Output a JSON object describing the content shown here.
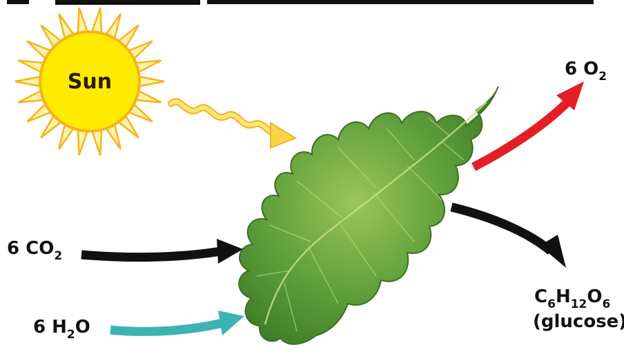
{
  "header_text": "(partial, cut-off heading at top edge)",
  "sun": {
    "label": "Sun"
  },
  "inputs": {
    "co2": {
      "coef": "6 CO",
      "sub": "2"
    },
    "h2o": {
      "coef": "6 H",
      "sub": "2",
      "tail": "O"
    }
  },
  "outputs": {
    "o2": {
      "coef": "6 O",
      "sub": "2"
    },
    "glucose": {
      "formula": {
        "c": "C",
        "c_sub": "6",
        "h": "H",
        "h_sub": "12",
        "o": "O",
        "o_sub": "6"
      },
      "name": "(glucose)"
    }
  },
  "colors": {
    "sun_fill": "#FFEB00",
    "sun_rays": "#F7B21B",
    "sunlight_arrow": "#F7D54A",
    "leaf": "#5E9F3A",
    "o2_arrow": "#E41E26",
    "co2_arrow": "#111111",
    "glucose_arrow": "#111111",
    "h2o_arrow": "#3DB3B4"
  }
}
